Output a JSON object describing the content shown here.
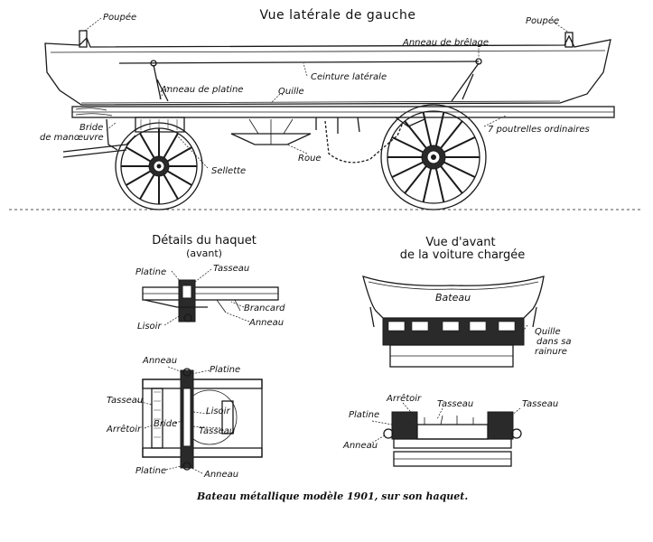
{
  "titles": {
    "side_view": "Vue latérale de gauche",
    "haquet_details": "Détails du haquet",
    "haquet_details_sub": "(avant)",
    "front_view_1": "Vue d'avant",
    "front_view_2": "de la voiture chargée"
  },
  "side_labels": {
    "poupee_left": "Poupée",
    "poupee_right": "Poupée",
    "anneau_brelage": "Anneau de brêlage",
    "ceinture_laterale": "Ceinture latérale",
    "anneau_platine": "Anneau de platine",
    "quille": "Quille",
    "bride_1": "Bride",
    "bride_2": "de manœuvre",
    "poutrelles": "7 poutrelles ordinaires",
    "roue": "Roue",
    "sellette": "Sellette"
  },
  "detail_labels": {
    "platine_top": "Platine",
    "tasseau_top": "Tasseau",
    "brancard": "Brancard",
    "anneau_top": "Anneau",
    "lisoir_top": "Lisoir",
    "anneau_plan": "Anneau",
    "platine_plan": "Platine",
    "tasseau_plan": "Tasseau",
    "lisoir_plan": "Lisoir",
    "arretoir_plan": "Arrêtoir",
    "bride_plan": "Bride",
    "tasseau_plan2": "Tasseau",
    "platine_plan_bottom": "Platine",
    "anneau_plan_bottom": "Anneau"
  },
  "front_labels": {
    "bateau": "Bateau",
    "quille_1": "Quille",
    "quille_2": "dans sa",
    "quille_3": "rainure",
    "arretoir": "Arrêtoir",
    "tasseau_mid": "Tasseau",
    "tasseau_right": "Tasseau",
    "platine": "Platine",
    "anneau": "Anneau"
  },
  "caption": "Bateau métallique modèle 1901, sur son haquet."
}
